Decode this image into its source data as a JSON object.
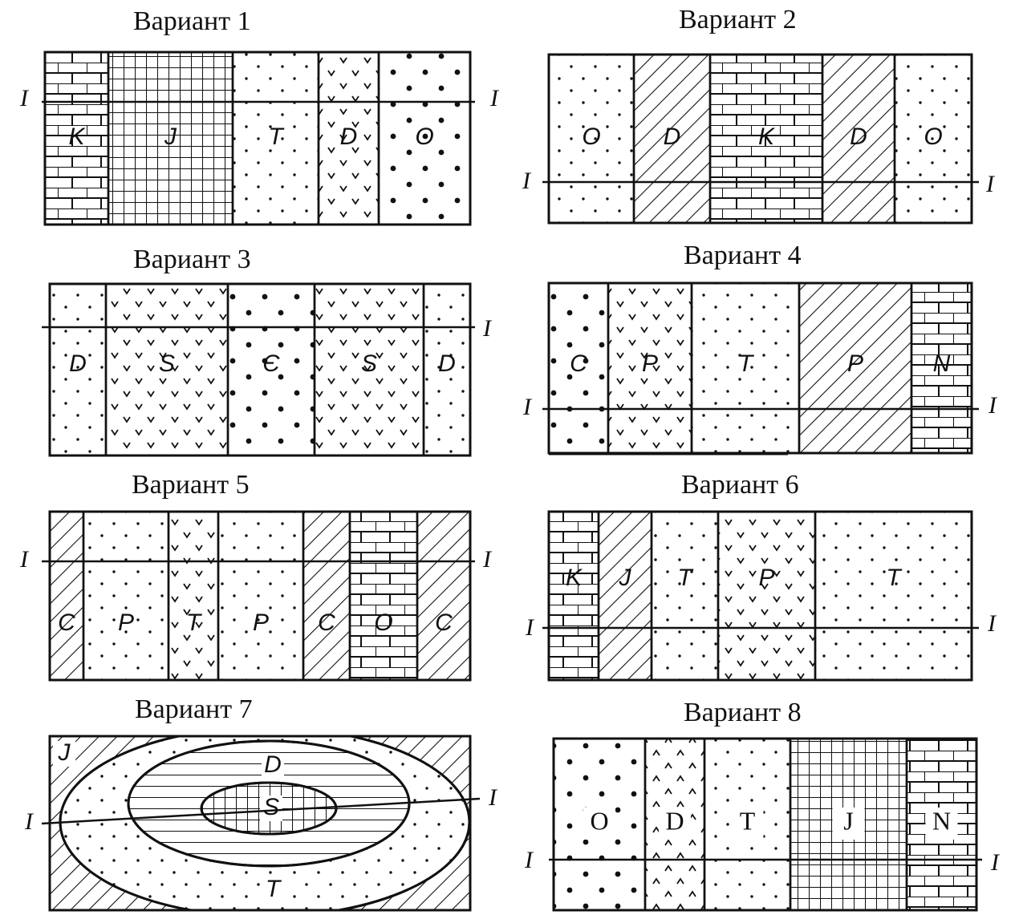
{
  "variants": [
    {
      "title": "Вариант 1",
      "section_label": "I",
      "units": [
        {
          "label": "K",
          "pattern": "brick"
        },
        {
          "label": "J",
          "pattern": "grid"
        },
        {
          "label": "T",
          "pattern": "dots"
        },
        {
          "label": "D",
          "pattern": "checks"
        },
        {
          "label": "O",
          "pattern": "bigdots"
        }
      ]
    },
    {
      "title": "Вариант 2",
      "section_label": "I",
      "units": [
        {
          "label": "O",
          "pattern": "dots"
        },
        {
          "label": "D",
          "pattern": "hatch"
        },
        {
          "label": "K",
          "pattern": "brick"
        },
        {
          "label": "D",
          "pattern": "hatch"
        },
        {
          "label": "O",
          "pattern": "dots"
        }
      ]
    },
    {
      "title": "Вариант 3",
      "section_label": "I",
      "units": [
        {
          "label": "D",
          "pattern": "dots"
        },
        {
          "label": "S",
          "pattern": "checks"
        },
        {
          "label": "Є",
          "pattern": "bigdots"
        },
        {
          "label": "S",
          "pattern": "checks"
        },
        {
          "label": "D",
          "pattern": "dots"
        }
      ]
    },
    {
      "title": "Вариант 4",
      "section_label": "I",
      "units": [
        {
          "label": "C",
          "pattern": "bigdots"
        },
        {
          "label": "P",
          "pattern": "checks"
        },
        {
          "label": "T",
          "pattern": "dots"
        },
        {
          "label": "P",
          "pattern": "hatch"
        },
        {
          "label": "N",
          "pattern": "brick"
        }
      ]
    },
    {
      "title": "Вариант 5",
      "section_label": "I",
      "units": [
        {
          "label": "C",
          "pattern": "hatch"
        },
        {
          "label": "P",
          "pattern": "dots"
        },
        {
          "label": "T",
          "pattern": "checks"
        },
        {
          "label": "P",
          "pattern": "dots"
        },
        {
          "label": "C",
          "pattern": "hatch"
        },
        {
          "label": "O",
          "pattern": "brick"
        },
        {
          "label": "C",
          "pattern": "hatch"
        }
      ]
    },
    {
      "title": "Вариант 6",
      "section_label": "I",
      "units": [
        {
          "label": "K",
          "pattern": "brick"
        },
        {
          "label": "J",
          "pattern": "hatch"
        },
        {
          "label": "T",
          "pattern": "dots"
        },
        {
          "label": "P",
          "pattern": "checks"
        },
        {
          "label": "T",
          "pattern": "dots"
        }
      ]
    },
    {
      "title": "Вариант 7",
      "section_label": "I",
      "units": [
        {
          "label": "J",
          "pattern": "hatch"
        },
        {
          "label": "T",
          "pattern": "dots"
        },
        {
          "label": "D",
          "pattern": "hlines"
        },
        {
          "label": "S",
          "pattern": "grid"
        }
      ]
    },
    {
      "title": "Вариант 8",
      "section_label": "I",
      "units": [
        {
          "label": "O",
          "pattern": "bigdots"
        },
        {
          "label": "D",
          "pattern": "carets"
        },
        {
          "label": "T",
          "pattern": "dots"
        },
        {
          "label": "J",
          "pattern": "grid"
        },
        {
          "label": "N",
          "pattern": "brick"
        }
      ]
    }
  ]
}
